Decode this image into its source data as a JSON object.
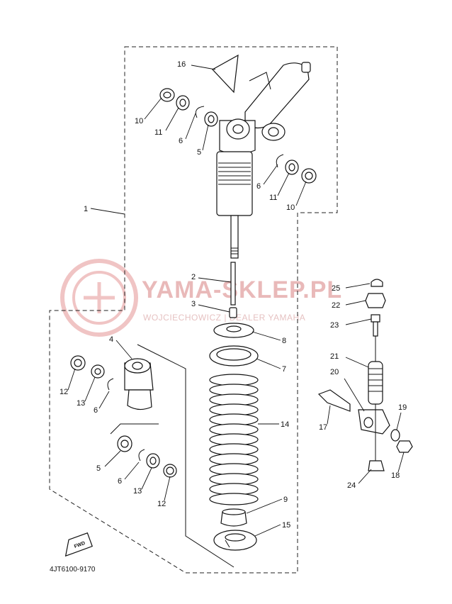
{
  "diagram": {
    "catalog_code": "4JT6100-9170",
    "fwd_label": "FWD",
    "watermark": {
      "brand": "YAMA-SKLEP.PL",
      "dealer": "WOJCIECHOWICZ | DEALER YAMAHA"
    },
    "callouts": [
      {
        "id": "c16a",
        "text": "16"
      },
      {
        "id": "c10a",
        "text": "10"
      },
      {
        "id": "c11a",
        "text": "11"
      },
      {
        "id": "c6a",
        "text": "6"
      },
      {
        "id": "c5a",
        "text": "5"
      },
      {
        "id": "c6b",
        "text": "6"
      },
      {
        "id": "c11b",
        "text": "11"
      },
      {
        "id": "c10b",
        "text": "10"
      },
      {
        "id": "c1",
        "text": "1"
      },
      {
        "id": "c2",
        "text": "2"
      },
      {
        "id": "c3",
        "text": "3"
      },
      {
        "id": "c8",
        "text": "8"
      },
      {
        "id": "c7",
        "text": "7"
      },
      {
        "id": "c14",
        "text": "14"
      },
      {
        "id": "c9",
        "text": "9"
      },
      {
        "id": "c15",
        "text": "15"
      },
      {
        "id": "c4",
        "text": "4"
      },
      {
        "id": "c12a",
        "text": "12"
      },
      {
        "id": "c13a",
        "text": "13"
      },
      {
        "id": "c6c",
        "text": "6"
      },
      {
        "id": "c5b",
        "text": "5"
      },
      {
        "id": "c6d",
        "text": "6"
      },
      {
        "id": "c13b",
        "text": "13"
      },
      {
        "id": "c12b",
        "text": "12"
      },
      {
        "id": "c25",
        "text": "25"
      },
      {
        "id": "c22",
        "text": "22"
      },
      {
        "id": "c23",
        "text": "23"
      },
      {
        "id": "c21",
        "text": "21"
      },
      {
        "id": "c20",
        "text": "20"
      },
      {
        "id": "c17",
        "text": "17"
      },
      {
        "id": "c19",
        "text": "19"
      },
      {
        "id": "c18",
        "text": "18"
      },
      {
        "id": "c24",
        "text": "24"
      }
    ]
  }
}
